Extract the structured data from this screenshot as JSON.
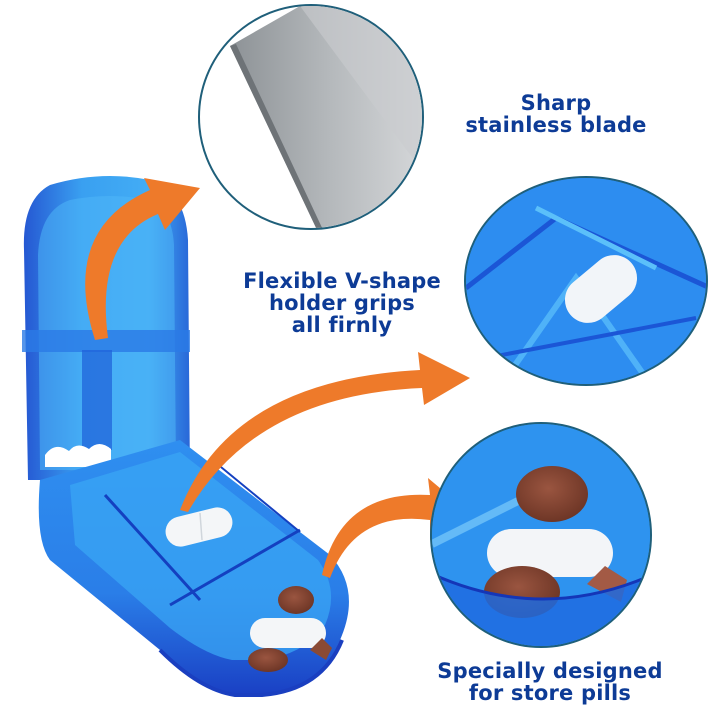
{
  "product": {
    "name": "Pill cutter with storage compartment",
    "body_color": "#1e6fe0",
    "body_dark": "#1438b8",
    "accent_arrow_color": "#ee7a2a"
  },
  "callouts": [
    {
      "id": "blade",
      "lines": [
        "Sharp",
        "stainless blade"
      ],
      "circle_detail": "stainless-steel-blade-closeup"
    },
    {
      "id": "holder",
      "lines": [
        "Flexible V-shape",
        "holder grips",
        "all firnly"
      ],
      "circle_detail": "v-shape-holder-with-white-pill"
    },
    {
      "id": "storage",
      "lines": [
        "Specially designed",
        "for store pills"
      ],
      "circle_detail": "storage-compartment-with-pills"
    }
  ],
  "colors": {
    "caption_text": "#0d3b96",
    "circle_border": "#1f5f7a",
    "pill_white": "#f4f6f8",
    "pill_brown": "#8a4a35"
  }
}
